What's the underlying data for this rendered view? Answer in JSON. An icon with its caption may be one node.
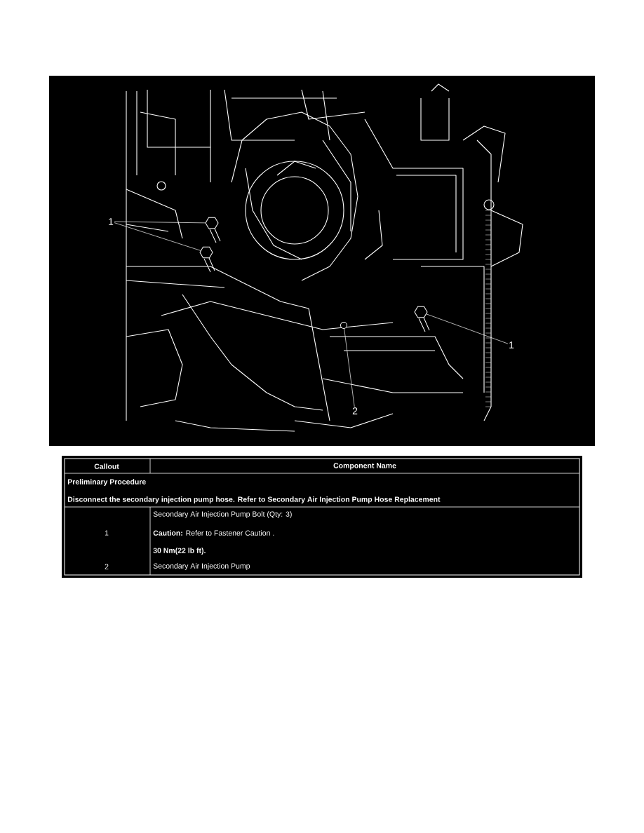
{
  "diagram": {
    "nodes": [
      {
        "text": [
          "1"
        ]
      },
      {
        "text": [],
        "shape": "picture"
      },
      {
        "text": [],
        "shape": "picture"
      },
      {
        "text": [
          "1"
        ]
      },
      {
        "text": [],
        "shape": "picture"
      },
      {
        "text": [
          "2"
        ]
      },
      {
        "text": [],
        "shape": "circle"
      }
    ],
    "edges": [
      {
        "from": 0,
        "to": 1,
        "arrow": "none"
      },
      {
        "from": 0,
        "to": 2,
        "arrow": "none"
      },
      {
        "from": 3,
        "to": 4,
        "arrow": "none"
      },
      {
        "from": 5,
        "to": 6,
        "arrow": "none"
      }
    ],
    "labels": [
      "Callout",
      "Component Name",
      "Preliminary Procedure",
      "Disconnect the secondary injection pump hose. Refer to Secondary Air Injection Pump Hose Replacement",
      "1",
      "Secondary Air Injection Pump Bolt (Qty: 3)",
      "**Caution:** Refer to Fastener Caution .",
      "30 Nm(22 lb ft).",
      "2",
      "Secondary Air Injection Pump"
    ]
  }
}
